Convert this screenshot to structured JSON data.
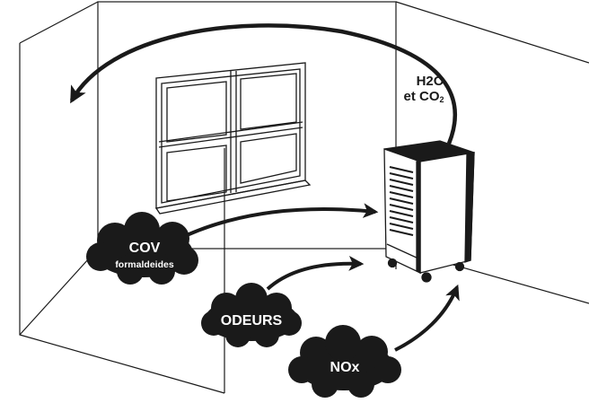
{
  "labels": {
    "h2o": "H2O",
    "co2_prefix": "et CO",
    "co2_sub": "2",
    "cov": "COV",
    "formaldehydes": "formaldeides",
    "odeurs": "ODEURS",
    "nox": "NOx"
  },
  "colors": {
    "ink": "#1a1a1a",
    "cloud_text": "#ffffff",
    "background": "#ffffff"
  }
}
